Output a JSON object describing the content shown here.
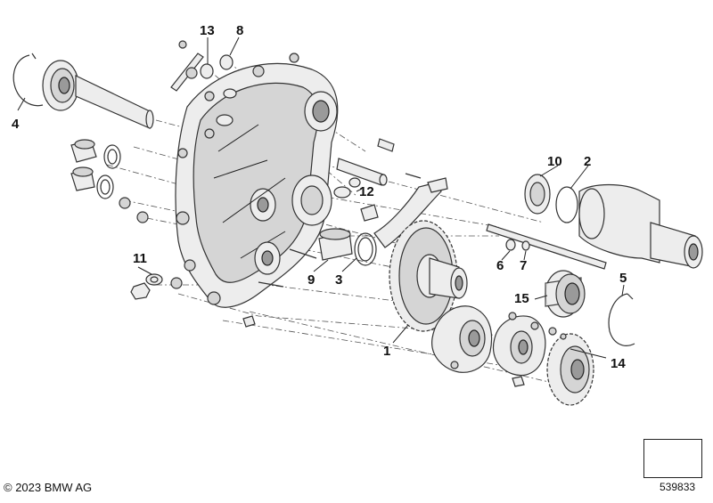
{
  "diagram": {
    "callouts": [
      {
        "id": "1",
        "label": "1"
      },
      {
        "id": "2",
        "label": "2"
      },
      {
        "id": "3",
        "label": "3"
      },
      {
        "id": "4",
        "label": "4"
      },
      {
        "id": "5",
        "label": "5"
      },
      {
        "id": "6",
        "label": "6"
      },
      {
        "id": "7",
        "label": "7"
      },
      {
        "id": "8",
        "label": "8"
      },
      {
        "id": "9",
        "label": "9"
      },
      {
        "id": "10",
        "label": "10"
      },
      {
        "id": "11",
        "label": "11"
      },
      {
        "id": "12",
        "label": "12"
      },
      {
        "id": "13",
        "label": "13"
      },
      {
        "id": "14",
        "label": "14"
      },
      {
        "id": "15",
        "label": "15"
      }
    ]
  },
  "footer": {
    "copyright": "© 2023 BMW AG",
    "diagram_number": "539833"
  }
}
